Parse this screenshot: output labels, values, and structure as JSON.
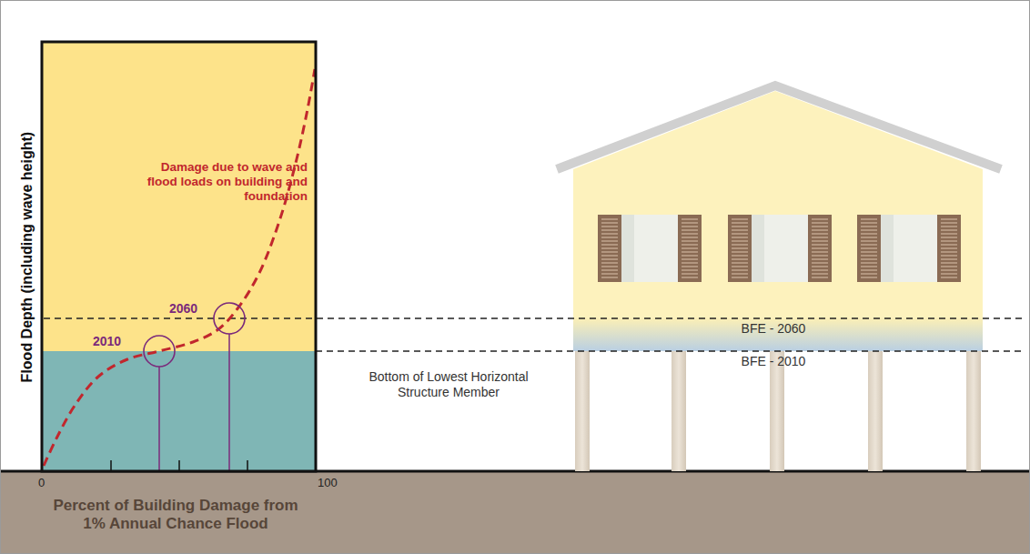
{
  "diagram": {
    "labels": [
      "Flood Depth (including wave height)",
      "Damage due to wave and flood loads on building and foundation",
      "2060",
      "2010",
      "0",
      "100",
      "Percent of Building Damage from 1% Annual Chance Flood",
      "BFE - 2060",
      "BFE - 2010",
      "Bottom of Lowest Horizontal Structure Member"
    ]
  }
}
